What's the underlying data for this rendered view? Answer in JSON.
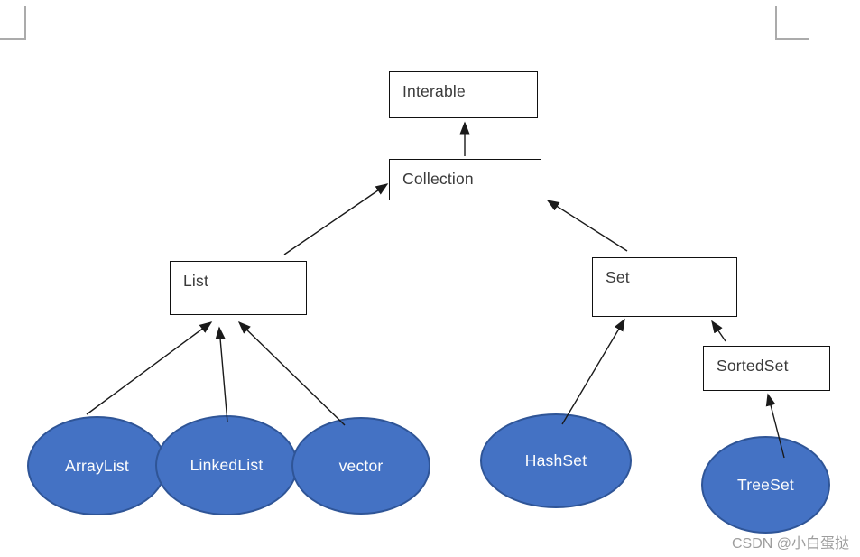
{
  "diagram": {
    "boxes": [
      {
        "id": "interable",
        "label": "Interable"
      },
      {
        "id": "collection",
        "label": "Collection"
      },
      {
        "id": "list",
        "label": "List"
      },
      {
        "id": "set",
        "label": "Set"
      },
      {
        "id": "sortedset",
        "label": "SortedSet"
      }
    ],
    "ellipses": [
      {
        "id": "arraylist",
        "label": "ArrayList"
      },
      {
        "id": "linkedlist",
        "label": "LinkedList"
      },
      {
        "id": "vector",
        "label": "vector"
      },
      {
        "id": "hashset",
        "label": "HashSet"
      },
      {
        "id": "treeset",
        "label": "TreeSet"
      }
    ],
    "edges": [
      {
        "from": "Collection",
        "to": "Interable"
      },
      {
        "from": "List",
        "to": "Collection"
      },
      {
        "from": "Set",
        "to": "Collection"
      },
      {
        "from": "ArrayList",
        "to": "List"
      },
      {
        "from": "LinkedList",
        "to": "List"
      },
      {
        "from": "vector",
        "to": "List"
      },
      {
        "from": "HashSet",
        "to": "Set"
      },
      {
        "from": "SortedSet",
        "to": "Set"
      },
      {
        "from": "TreeSet",
        "to": "SortedSet"
      }
    ],
    "colors": {
      "ellipse_fill": "#4472C4",
      "ellipse_border": "#2F5597",
      "box_border": "#111111",
      "connector": "#1a1a1a",
      "corner_mark": "#ABABAB",
      "watermark": "#9D9D9D"
    }
  },
  "watermark": {
    "text": "CSDN @小白蛋挞"
  }
}
